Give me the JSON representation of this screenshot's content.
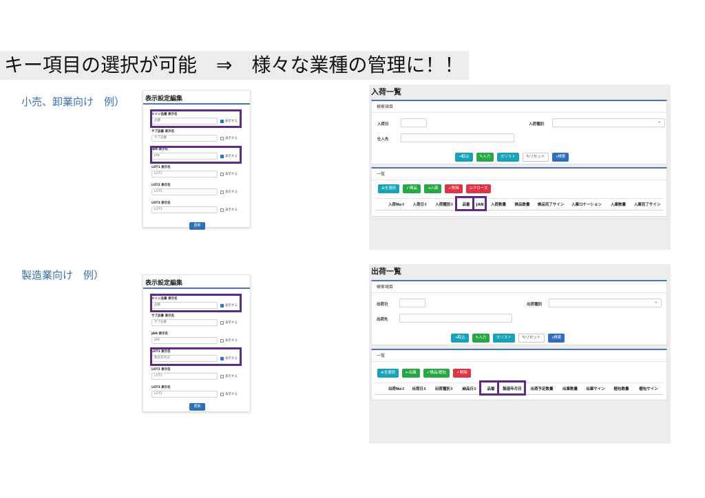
{
  "headline": "キー項目の選択が可能　⇒　様々な業種の管理に！！",
  "cases": [
    {
      "label": "小売、卸業向け　例）"
    },
    {
      "label": "製造業向け　例）"
    }
  ],
  "settings_panels": [
    {
      "title": "表示設定編集",
      "fields": [
        {
          "label": "メイン品番 表示名",
          "value": "品番",
          "checkbox": "表示する",
          "checked": true
        },
        {
          "label": "サブ品番 表示名",
          "value": "サブ品番",
          "checkbox": "表示する",
          "checked": false
        },
        {
          "label": "JAN 表示名",
          "value": "JAN",
          "checkbox": "表示する",
          "checked": true
        },
        {
          "label": "LOT1 表示名",
          "value": "LOT1",
          "checkbox": "表示する",
          "checked": false
        },
        {
          "label": "LOT2 表示名",
          "value": "LOT2",
          "checkbox": "表示する",
          "checked": false
        },
        {
          "label": "LOT3 表示名",
          "value": "LOT3",
          "checkbox": "表示する",
          "checked": false
        }
      ],
      "update_button": "更新"
    },
    {
      "title": "表示設定編集",
      "fields": [
        {
          "label": "メイン品番 表示名",
          "value": "品番",
          "checkbox": "表示する",
          "checked": true
        },
        {
          "label": "サブ品番 表示名",
          "value": "サブ品番",
          "checkbox": "表示する",
          "checked": false
        },
        {
          "label": "JAN 表示名",
          "value": "JAN",
          "checkbox": "表示する",
          "checked": false
        },
        {
          "label": "LOT1 表示名",
          "value": "製造年月日",
          "checkbox": "表示する",
          "checked": true
        },
        {
          "label": "LOT2 表示名",
          "value": "LOT2",
          "checkbox": "表示する",
          "checked": false
        },
        {
          "label": "LOT3 表示名",
          "value": "LOT3",
          "checkbox": "表示する",
          "checked": false
        }
      ],
      "update_button": "更新"
    }
  ],
  "screens": [
    {
      "title": "入荷一覧",
      "search": {
        "header": "検索項目",
        "date_label": "入荷日",
        "type_label": "入荷種別",
        "type_caret": "÷",
        "partner_label": "仕入先",
        "buttons": [
          "取込",
          "入力",
          "リスト",
          "リセット",
          "検索"
        ]
      },
      "list": {
        "header": "一覧",
        "buttons": [
          "全選択",
          "検品",
          "入庫",
          "削除",
          "クローズ"
        ],
        "columns": [
          "入荷No",
          "入荷日",
          "入荷種別",
          "品番",
          "JAN",
          "入荷数量",
          "検品数量",
          "検品完了サイン",
          "入庫ロケーション",
          "入庫数量",
          "入庫完了サイン"
        ]
      }
    },
    {
      "title": "出荷一覧",
      "search": {
        "header": "検索項目",
        "date_label": "出荷日",
        "type_label": "出荷種別",
        "type_caret": "÷",
        "partner_label": "出荷先",
        "buttons": [
          "取込",
          "入力",
          "リスト",
          "リセット",
          "検索"
        ]
      },
      "list": {
        "header": "一覧",
        "buttons": [
          "全選択",
          "出庫",
          "検品/梱包",
          "削除"
        ],
        "columns": [
          "出荷No",
          "出荷日",
          "出荷種別",
          "納品日",
          "品番",
          "製造年月日",
          "出荷予定数量",
          "出庫数量",
          "出庫サイン",
          "梱包数量",
          "梱包サイン"
        ]
      }
    }
  ],
  "sort_glyph": "⇕",
  "colors": {
    "accent_blue": "#2f6fb8",
    "highlight_purple": "#5b2b86",
    "teal": "#17a2b8",
    "green": "#28a745",
    "red": "#dc3545"
  }
}
